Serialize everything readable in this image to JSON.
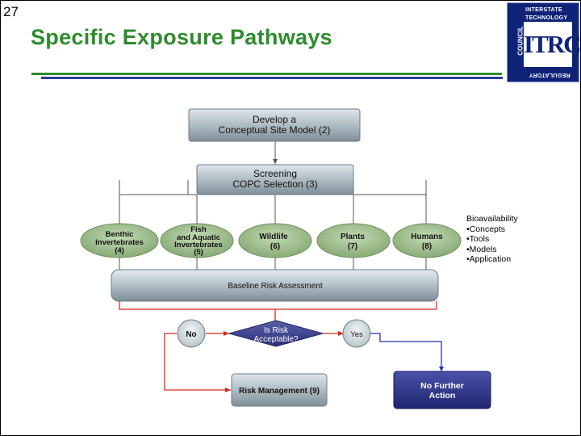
{
  "slide": {
    "number": "27",
    "title": "Specific Exposure Pathways"
  },
  "logo": {
    "top_text": "INTERSTATE TECHNOLOGY",
    "side_text": "COUNCIL",
    "bottom_text": "REGULATORY",
    "mark": "ITRC"
  },
  "flow": {
    "develop": [
      "Develop a",
      "Conceptual Site Model (2)"
    ],
    "screening": [
      "Screening",
      "COPC Selection (3)"
    ],
    "receptors": [
      {
        "lines": [
          "Benthic",
          "Invertebrates",
          "(4)"
        ]
      },
      {
        "lines": [
          "Fish",
          "and Aquatic",
          "Invertebrates",
          "(5)"
        ]
      },
      {
        "lines": [
          "Wildlife",
          "(6)"
        ]
      },
      {
        "lines": [
          "Plants",
          "(7)"
        ]
      },
      {
        "lines": [
          "Humans",
          "(8)"
        ]
      }
    ],
    "baseline": "Baseline Risk Assessment",
    "decision": [
      "Is Risk",
      "Acceptable?"
    ],
    "no_label": "No",
    "yes_label": "Yes",
    "risk_management": "Risk Management (9)",
    "no_further": [
      "No Further",
      "Action"
    ]
  },
  "side_note": {
    "heading": "Bioavailability",
    "items": [
      "•Concepts",
      "•Tools",
      "•Models",
      "•Application"
    ]
  },
  "colors": {
    "title_green": "#2e8b2e",
    "rule_blue": "#2b3fa0",
    "receptor_green": "#a7c495",
    "red_line": "#d42b1e",
    "blue_line": "#2233aa",
    "navy_box": "#2a2f86",
    "diamond": "#3a3f8c"
  }
}
